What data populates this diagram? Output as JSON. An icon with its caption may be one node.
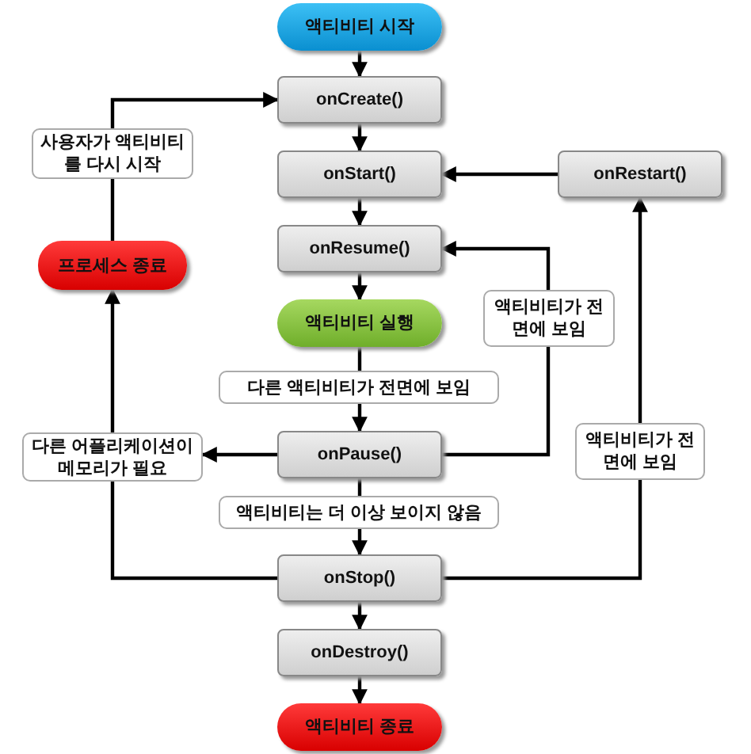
{
  "diagram": {
    "nodes": [
      {
        "text": [
          "액티비티 시작"
        ]
      },
      {
        "text": [
          "onCreate()"
        ]
      },
      {
        "text": [
          "onStart()"
        ]
      },
      {
        "text": [
          "onRestart()"
        ]
      },
      {
        "text": [
          "onResume()"
        ]
      },
      {
        "text": [
          "액티비티 실행"
        ]
      },
      {
        "text": [
          "onPause()"
        ]
      },
      {
        "text": [
          "onStop()"
        ]
      },
      {
        "text": [
          "onDestroy()"
        ]
      },
      {
        "text": [
          "액티비티 종료"
        ]
      },
      {
        "text": [
          "프로세스 종료"
        ]
      },
      {
        "text": [
          "다른 어플리케이션이 메모리가 필요"
        ]
      },
      {
        "text": [
          "사용자가 액티비티를 다시 시작"
        ]
      }
    ],
    "edges": [
      {
        "from": 0,
        "to": 1,
        "arrow": "to"
      },
      {
        "from": 1,
        "to": 2,
        "arrow": "to"
      },
      {
        "from": 2,
        "to": 4,
        "arrow": "to"
      },
      {
        "from": 4,
        "to": 5,
        "arrow": "to"
      },
      {
        "from": 5,
        "to": 6,
        "arrow": "to",
        "label": "다른 액티비티가 전면에 보임"
      },
      {
        "from": 6,
        "to": 7,
        "arrow": "to",
        "label": "액티비티는 더 이상 보이지 않음"
      },
      {
        "from": 7,
        "to": 8,
        "arrow": "to"
      },
      {
        "from": 8,
        "to": 9,
        "arrow": "to"
      },
      {
        "from": 3,
        "to": 2,
        "arrow": "to"
      },
      {
        "from": 6,
        "to": 4,
        "arrow": "to",
        "label": "액티비티가 전면에 보임"
      },
      {
        "from": 7,
        "to": 3,
        "arrow": "to",
        "label": "액티비티가 전면에 보임"
      },
      {
        "from": 6,
        "to": 11,
        "arrow": "to"
      },
      {
        "from": 7,
        "to": 11,
        "arrow": "none"
      },
      {
        "from": 11,
        "to": 10,
        "arrow": "to"
      },
      {
        "from": 10,
        "to": 12,
        "arrow": "none"
      },
      {
        "from": 12,
        "to": 1,
        "arrow": "to"
      }
    ]
  }
}
